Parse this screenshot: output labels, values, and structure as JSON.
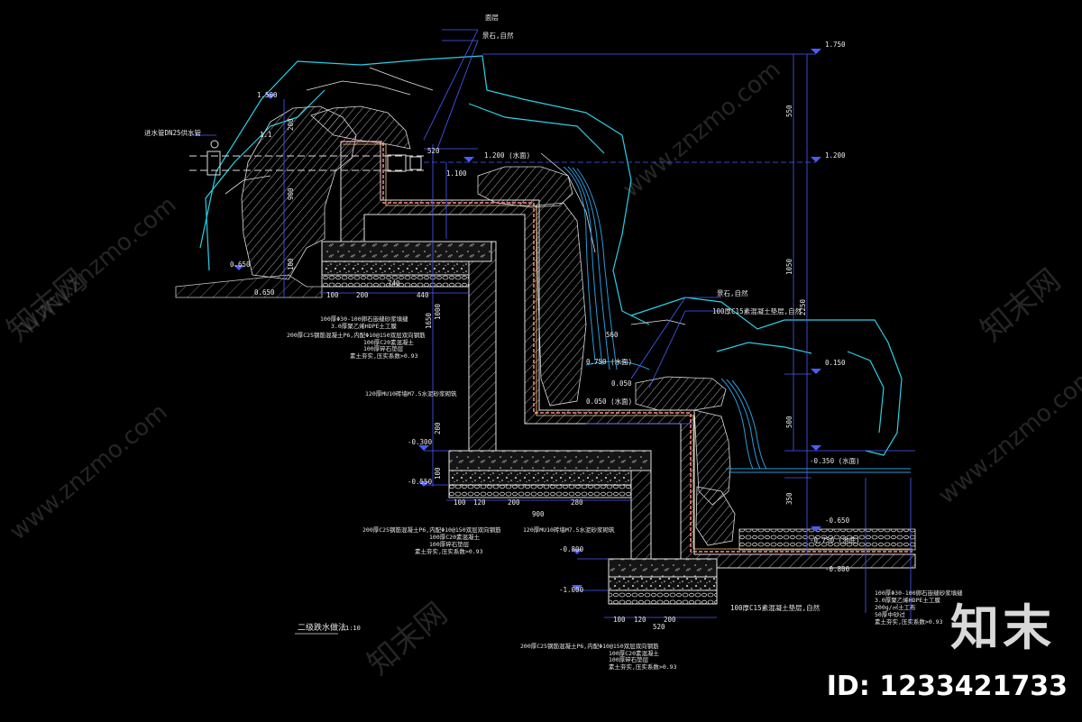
{
  "drawing": {
    "title": "二级跌水做法",
    "scale": "1:10",
    "watermark_site": "www.znzmo.com",
    "watermark_brand": "知末网",
    "brand_logo": "知末",
    "id_label": "ID: 1233421733"
  },
  "colors": {
    "background": "#000000",
    "rock_outline": "#2ad0e6",
    "dimension": "#4a5cff",
    "concrete": "#cfcfcf",
    "waterproof": "#ff8a8a",
    "water": "#2a9ad8",
    "text": "#e8e8e8"
  },
  "labels": {
    "top_capstone": "面层",
    "top_rock": "景石,自然",
    "pipe_note": "进水管DN25供水管",
    "water_level_top": "1.200 (水面)",
    "mid_rock": "景石,自然",
    "mid_c15": "100厚C15素混凝土垫层,自然",
    "bottom_c15": "100厚C15素混凝土垫层,自然",
    "water_level_mid": "0.050 (水面)",
    "water_level_mid2": "0.750 (水面)",
    "water_level_low": "-0.350 (水面)",
    "water_level_bottom": "-0.750 (池底)"
  },
  "elevations": {
    "e1750": "1.750",
    "e1500": "1.500",
    "e1200": "1.200",
    "e1100": "1.100",
    "e1": "1.1",
    "e0650a": "0.650",
    "e0650b": "0.650",
    "e0150": "0.150",
    "e0050": "0.050",
    "em0300": "-0.300",
    "em0550": "-0.550",
    "em0650": "-0.650",
    "em0800a": "-0.800",
    "em0800b": "-0.800",
    "em1000": "-1.000"
  },
  "dims_right": {
    "d550": "550",
    "d1050": "1050",
    "d2250": "2250",
    "d500": "500",
    "d350": "350"
  },
  "dims_left": {
    "d200": "200",
    "d900": "900",
    "d100": "100",
    "d1650": "1650",
    "d1000": "1000",
    "d200b": "200",
    "d100b": "100"
  },
  "dims_bottom_1": {
    "a": "100",
    "b": "200",
    "c": "740",
    "d": "440",
    "e": "520"
  },
  "dims_bottom_2": {
    "a": "100",
    "b": "120",
    "c": "200",
    "d": "280",
    "e": "900",
    "f": "560"
  },
  "dims_bottom_3": {
    "a": "100",
    "b": "120",
    "c": "200",
    "d": "520"
  },
  "notes_upper": [
    "100厚Φ30-100卵石嵌缝砂浆填缝",
    "3.0厚聚乙烯HDPE土工膜",
    "200厚C25钢筋混凝土P6,内配Φ10@150双层双向钢筋",
    "100厚C20素混凝土",
    "100厚碎石垫层",
    "素土夯实,压实系数>0.93"
  ],
  "note_wall_1": "120厚MU10砖墙M7.5水泥砂浆砌筑",
  "notes_mid": [
    "200厚C25钢筋混凝土P6,内配Φ10@150双层双向钢筋",
    "100厚C20素混凝土",
    "100厚碎石垫层",
    "素土夯实,压实系数>0.93"
  ],
  "note_wall_2": "120厚MU10砖墙M7.5水泥砂浆砌筑",
  "notes_lower": [
    "200厚C25钢筋混凝土P6,内配Φ10@150双层双向钢筋",
    "100厚C20素混凝土",
    "100厚碎石垫层",
    "素土夯实,压实系数>0.93"
  ],
  "notes_right": [
    "100厚Φ30-100卵石嵌缝砂浆填缝",
    "3.0厚聚乙烯HDPE土工膜",
    "200g/㎡土工布",
    "50厚中砂过",
    "素土夯实,压实系数>0.93"
  ]
}
